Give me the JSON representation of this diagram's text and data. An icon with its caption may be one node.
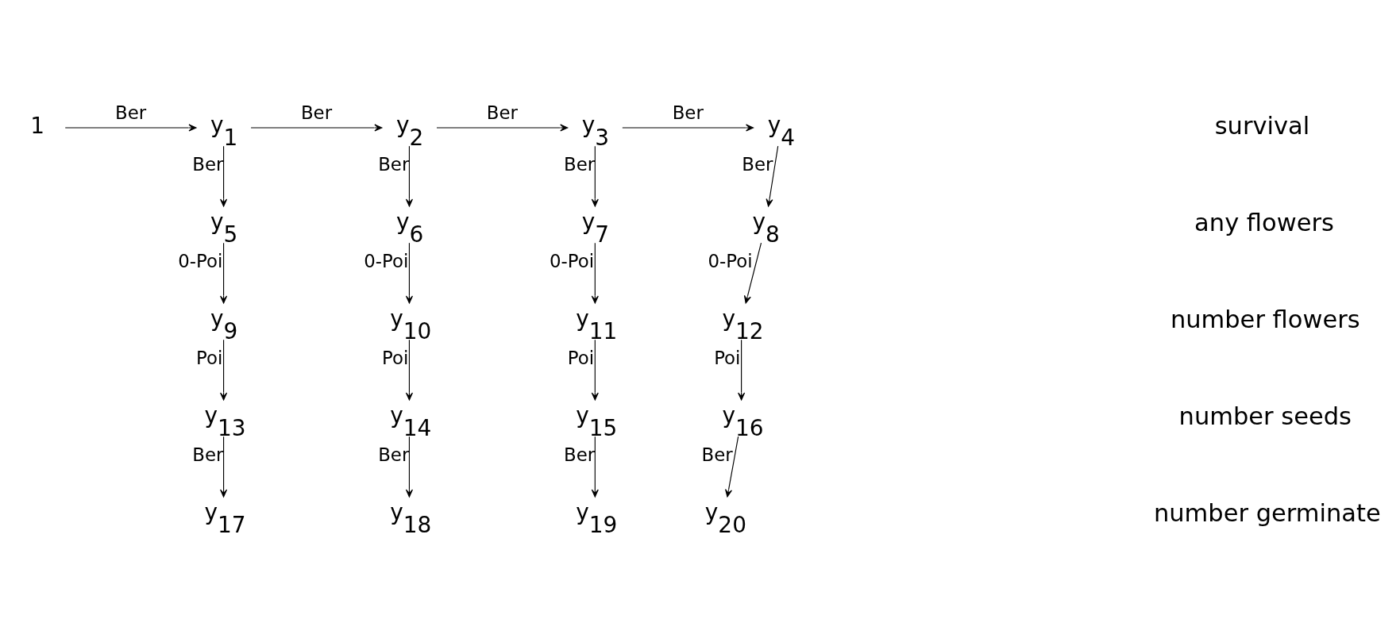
{
  "diagram": {
    "nodes": [
      {
        "text": [
          "1"
        ]
      },
      {
        "text": [
          "y$_{1}$"
        ]
      },
      {
        "text": [
          "y$_{2}$"
        ]
      },
      {
        "text": [
          "y$_{3}$"
        ]
      },
      {
        "text": [
          "y$_{4}$"
        ]
      },
      {
        "text": [
          "y$_{5}$"
        ]
      },
      {
        "text": [
          "y$_{6}$"
        ]
      },
      {
        "text": [
          "y$_{7}$"
        ]
      },
      {
        "text": [
          "y$_{8}$"
        ]
      },
      {
        "text": [
          "y$_{9}$"
        ]
      },
      {
        "text": [
          "y$_{10}$"
        ]
      },
      {
        "text": [
          "y$_{11}$"
        ]
      },
      {
        "text": [
          "y$_{12}$"
        ]
      },
      {
        "text": [
          "y$_{13}$"
        ]
      },
      {
        "text": [
          "y$_{14}$"
        ]
      },
      {
        "text": [
          "y$_{15}$"
        ]
      },
      {
        "text": [
          "y$_{16}$"
        ]
      },
      {
        "text": [
          "y$_{17}$"
        ]
      },
      {
        "text": [
          "y$_{18}$"
        ]
      },
      {
        "text": [
          "y$_{19}$"
        ]
      },
      {
        "text": [
          "y$_{20}$"
        ]
      }
    ],
    "edges": [
      {
        "from": 0,
        "to": 1,
        "arrow": "to",
        "label": "Ber"
      },
      {
        "from": 1,
        "to": 2,
        "arrow": "to",
        "label": "Ber"
      },
      {
        "from": 2,
        "to": 3,
        "arrow": "to",
        "label": "Ber"
      },
      {
        "from": 3,
        "to": 4,
        "arrow": "to",
        "label": "Ber"
      },
      {
        "from": 1,
        "to": 5,
        "arrow": "to",
        "label": "Ber"
      },
      {
        "from": 2,
        "to": 6,
        "arrow": "to",
        "label": "Ber"
      },
      {
        "from": 3,
        "to": 7,
        "arrow": "to",
        "label": "Ber"
      },
      {
        "from": 4,
        "to": 8,
        "arrow": "to",
        "label": "Ber"
      },
      {
        "from": 5,
        "to": 9,
        "arrow": "to",
        "label": "0-Poi"
      },
      {
        "from": 6,
        "to": 10,
        "arrow": "to",
        "label": "0-Poi"
      },
      {
        "from": 7,
        "to": 11,
        "arrow": "to",
        "label": "0-Poi"
      },
      {
        "from": 8,
        "to": 12,
        "arrow": "to",
        "label": "0-Poi"
      },
      {
        "from": 9,
        "to": 13,
        "arrow": "to",
        "label": "Poi"
      },
      {
        "from": 10,
        "to": 14,
        "arrow": "to",
        "label": "Poi"
      },
      {
        "from": 11,
        "to": 15,
        "arrow": "to",
        "label": "Poi"
      },
      {
        "from": 12,
        "to": 16,
        "arrow": "to",
        "label": "Poi"
      },
      {
        "from": 13,
        "to": 17,
        "arrow": "to",
        "label": "Ber"
      },
      {
        "from": 14,
        "to": 18,
        "arrow": "to",
        "label": "Ber"
      },
      {
        "from": 15,
        "to": 19,
        "arrow": "to",
        "label": "Ber"
      },
      {
        "from": 16,
        "to": 20,
        "arrow": "to",
        "label": "Ber"
      }
    ],
    "labels": [
      "survival",
      "any flowers",
      "number flowers",
      "number seeds",
      "number germinate"
    ]
  }
}
